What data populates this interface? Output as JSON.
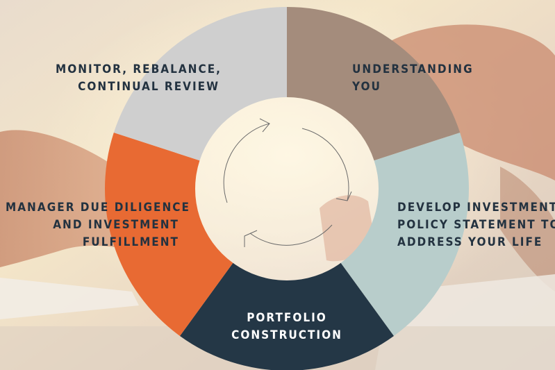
{
  "segments": [
    {
      "id": "understanding",
      "lines": [
        "UNDERSTANDING",
        "YOU"
      ],
      "color": "#a48c7c"
    },
    {
      "id": "policy",
      "lines": [
        "DEVELOP INVESTMENT",
        "POLICY STATEMENT TO",
        "ADDRESS YOUR LIFE"
      ],
      "color": "#b8cdcb"
    },
    {
      "id": "portfolio",
      "lines": [
        "PORTFOLIO",
        "CONSTRUCTION"
      ],
      "color": "#243746"
    },
    {
      "id": "manager",
      "lines": [
        "MANAGER DUE DILIGENCE",
        "AND INVESTMENT",
        "FULFILLMENT"
      ],
      "color": "#e86a33"
    },
    {
      "id": "monitor",
      "lines": [
        "MONITOR, REBALANCE,",
        "CONTINUAL REVIEW"
      ],
      "color": "#cfcfcf"
    }
  ],
  "text_color": "#233240",
  "center_arrows": "cycle-arrows-icon"
}
